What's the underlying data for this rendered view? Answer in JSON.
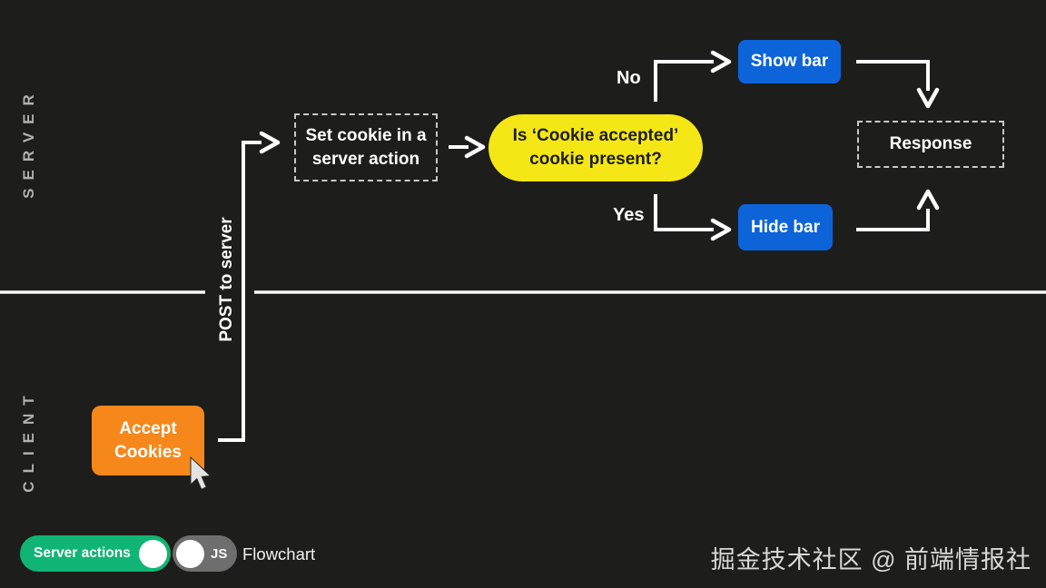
{
  "lanes": {
    "server": "SERVER",
    "client": "CLIENT"
  },
  "nodes": {
    "accept_cookies": {
      "label": "Accept Cookies"
    },
    "set_cookie": {
      "label": "Set cookie in a server action"
    },
    "cookie_check": {
      "label": "Is ‘Cookie accepted’ cookie present?"
    },
    "show_bar": {
      "label": "Show bar"
    },
    "hide_bar": {
      "label": "Hide bar"
    },
    "response": {
      "label": "Response"
    }
  },
  "edge_labels": {
    "post": "POST to server",
    "no": "No",
    "yes": "Yes"
  },
  "controls": {
    "server_actions": {
      "label": "Server actions",
      "state": "on"
    },
    "js": {
      "label": "JS",
      "state": "off"
    },
    "flowchart_label": "Flowchart"
  },
  "watermark": "掘金技术社区 @ 前端情报社",
  "colors": {
    "background": "#1d1d1b",
    "wire_white": "#fcfcfc",
    "node_blue": "#0d64d8",
    "node_yellow": "#f5e715",
    "node_orange": "#f6871b",
    "toggle_green": "#10b575",
    "toggle_gray": "#6e6e6e",
    "lane_label_gray": "#b1b1ad"
  }
}
